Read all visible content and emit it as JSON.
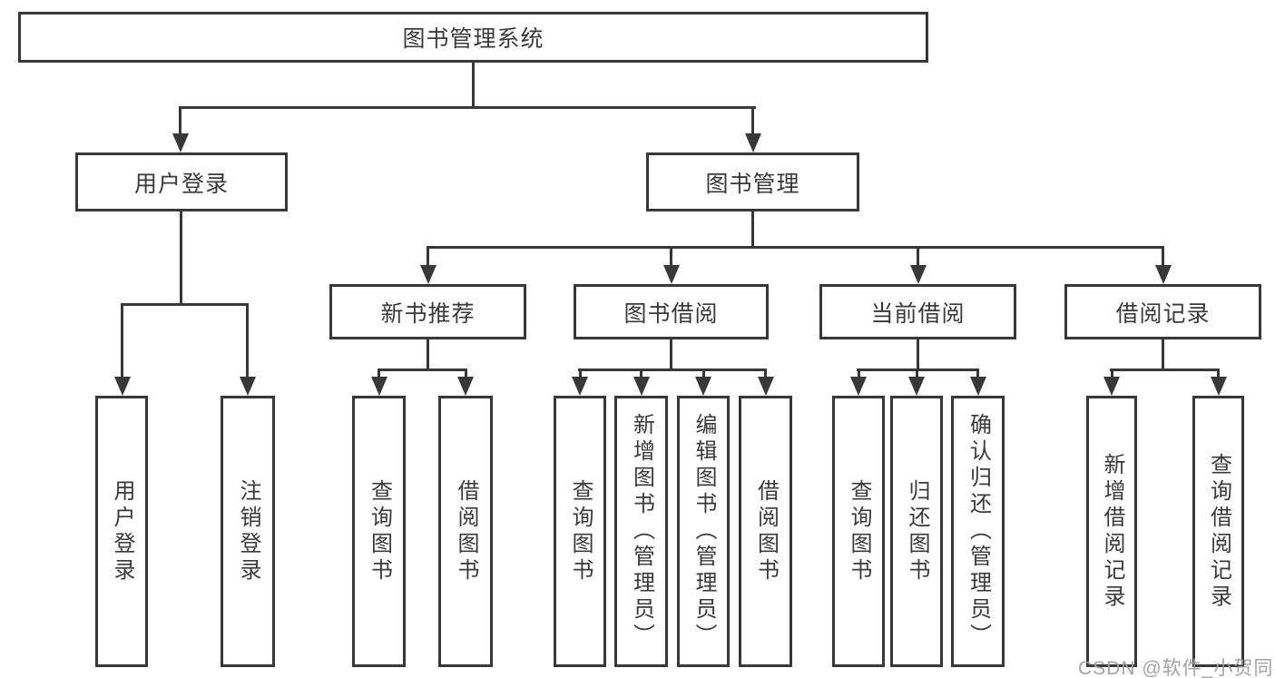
{
  "diagram_title": "图书管理系统",
  "tree": {
    "root": {
      "label": "图书管理系统"
    },
    "user_login": {
      "label": "用户登录",
      "children": [
        {
          "label": "用户登录"
        },
        {
          "label": "注销登录"
        }
      ]
    },
    "book_mgmt": {
      "label": "图书管理",
      "children": [
        {
          "label": "新书推荐",
          "children": [
            {
              "label": "查询图书"
            },
            {
              "label": "借阅图书"
            }
          ]
        },
        {
          "label": "图书借阅",
          "children": [
            {
              "label": "查询图书"
            },
            {
              "label": "新增图书（管理员）"
            },
            {
              "label": "编辑图书（管理员）"
            },
            {
              "label": "借阅图书"
            }
          ]
        },
        {
          "label": "当前借阅",
          "children": [
            {
              "label": "查询图书"
            },
            {
              "label": "归还图书"
            },
            {
              "label": "确认归还（管理员）"
            }
          ]
        },
        {
          "label": "借阅记录",
          "children": [
            {
              "label": "新增借阅记录"
            },
            {
              "label": "查询借阅记录"
            }
          ]
        }
      ]
    }
  },
  "watermark": {
    "text": "CSDN @软件_小贺同学"
  },
  "colors": {
    "line": "#383838",
    "text": "#3a3a3a",
    "watermark": "#9e9e9e"
  }
}
